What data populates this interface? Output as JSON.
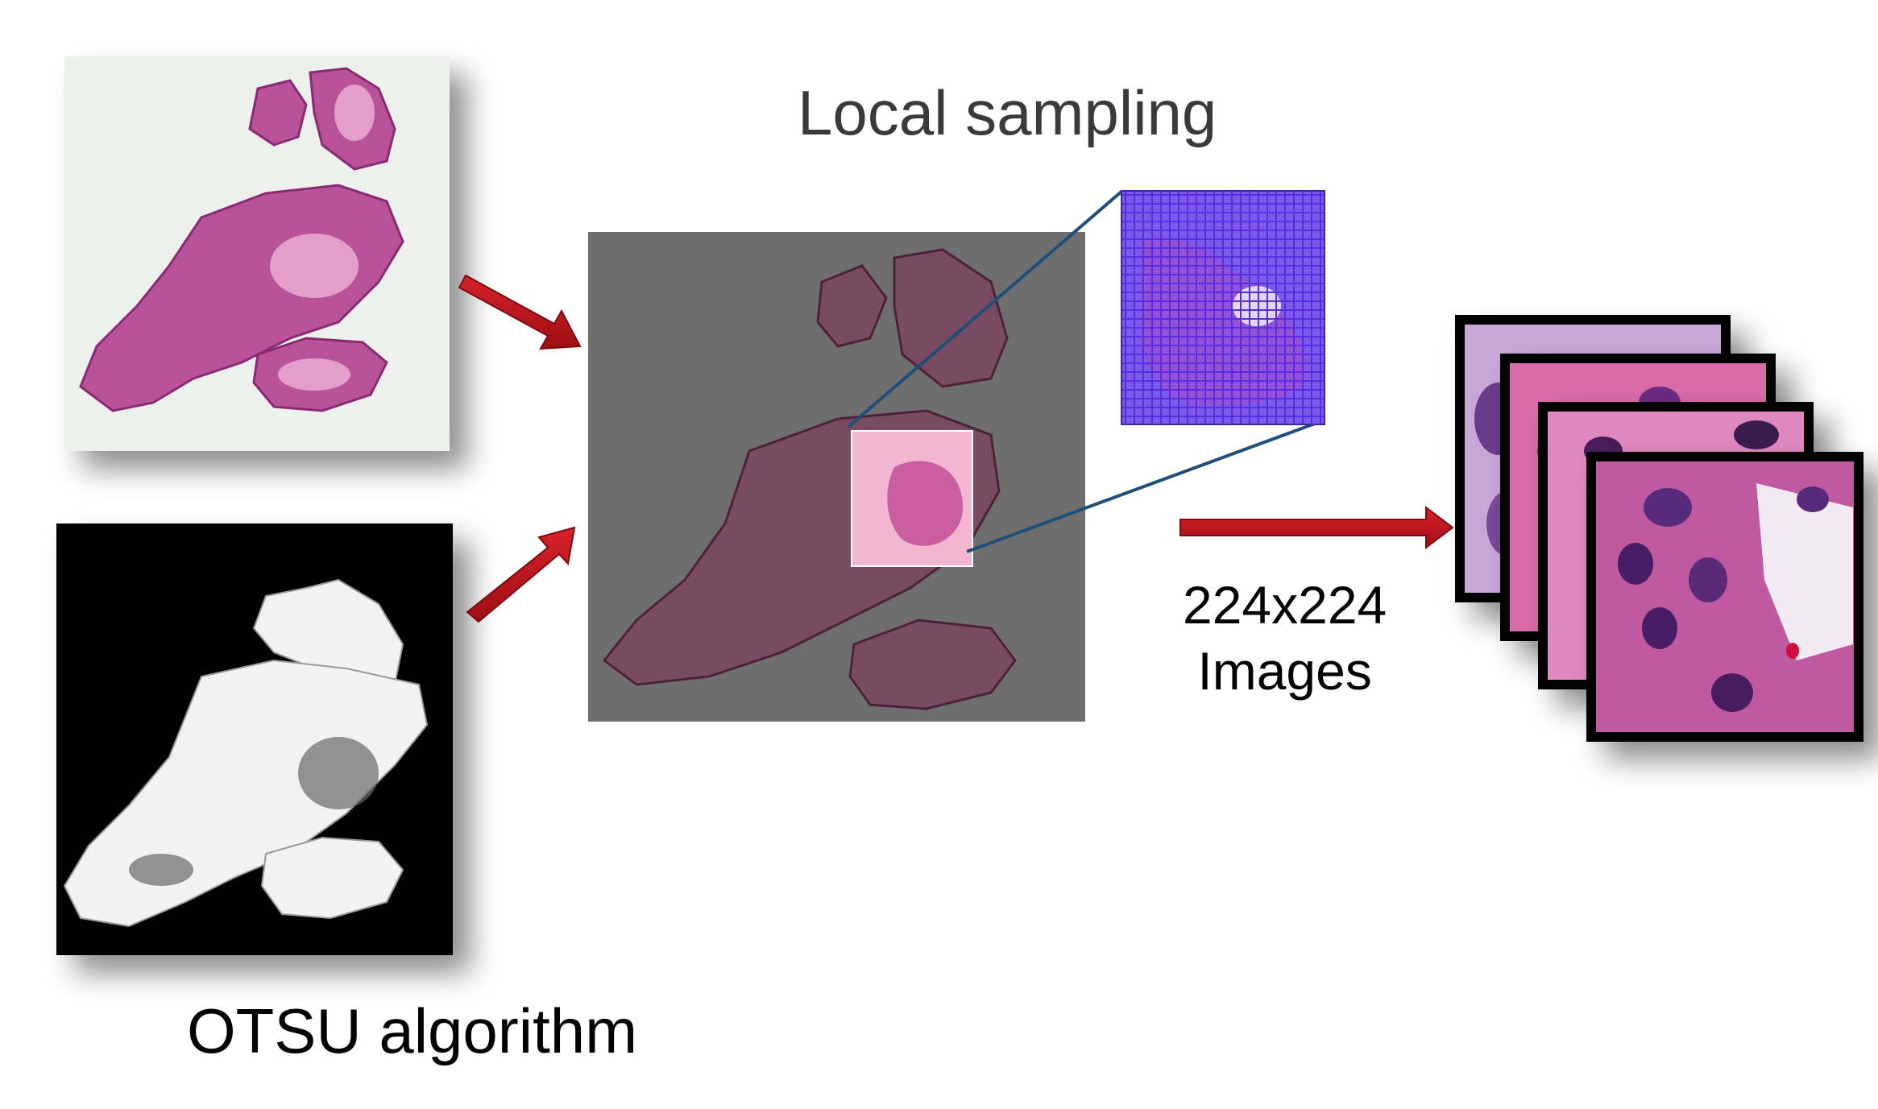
{
  "labels": {
    "local_sampling": "Local sampling",
    "otsu_algorithm": "OTSU algorithm",
    "patch_size": "224x224",
    "images": "Images"
  },
  "colors": {
    "arrow": "#c0121a",
    "connector": "#1f4e79",
    "grid": "#5a2ee0",
    "tissue": "#b8539a",
    "background_gray": "#6e6e6e"
  }
}
